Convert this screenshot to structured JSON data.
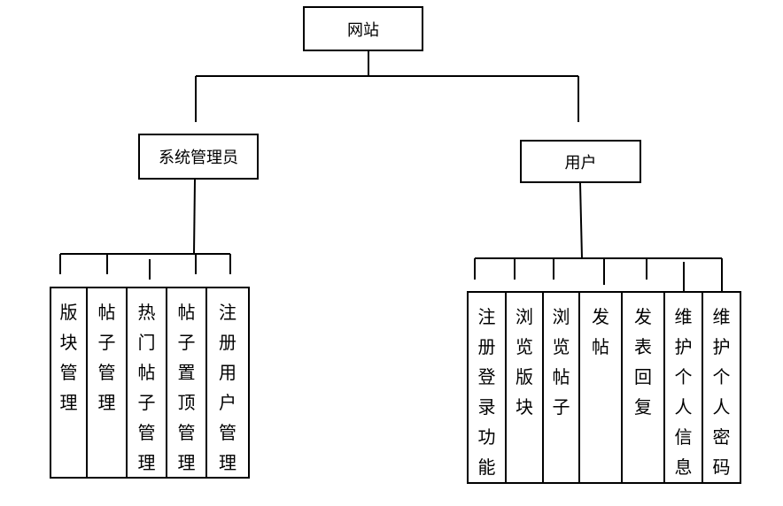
{
  "diagram": {
    "root": {
      "label": "网站"
    },
    "admin": {
      "label": "系统管理员",
      "children": [
        "版块管理",
        "帖子管理",
        "热门帖子管理",
        "帖子置顶管理",
        "注册用户管理"
      ]
    },
    "user": {
      "label": "用户",
      "children": [
        "注册登录功能",
        "浏览版块",
        "浏览帖子",
        "发帖",
        "发表回复",
        "维护个人信息",
        "维护个人密码"
      ]
    }
  }
}
